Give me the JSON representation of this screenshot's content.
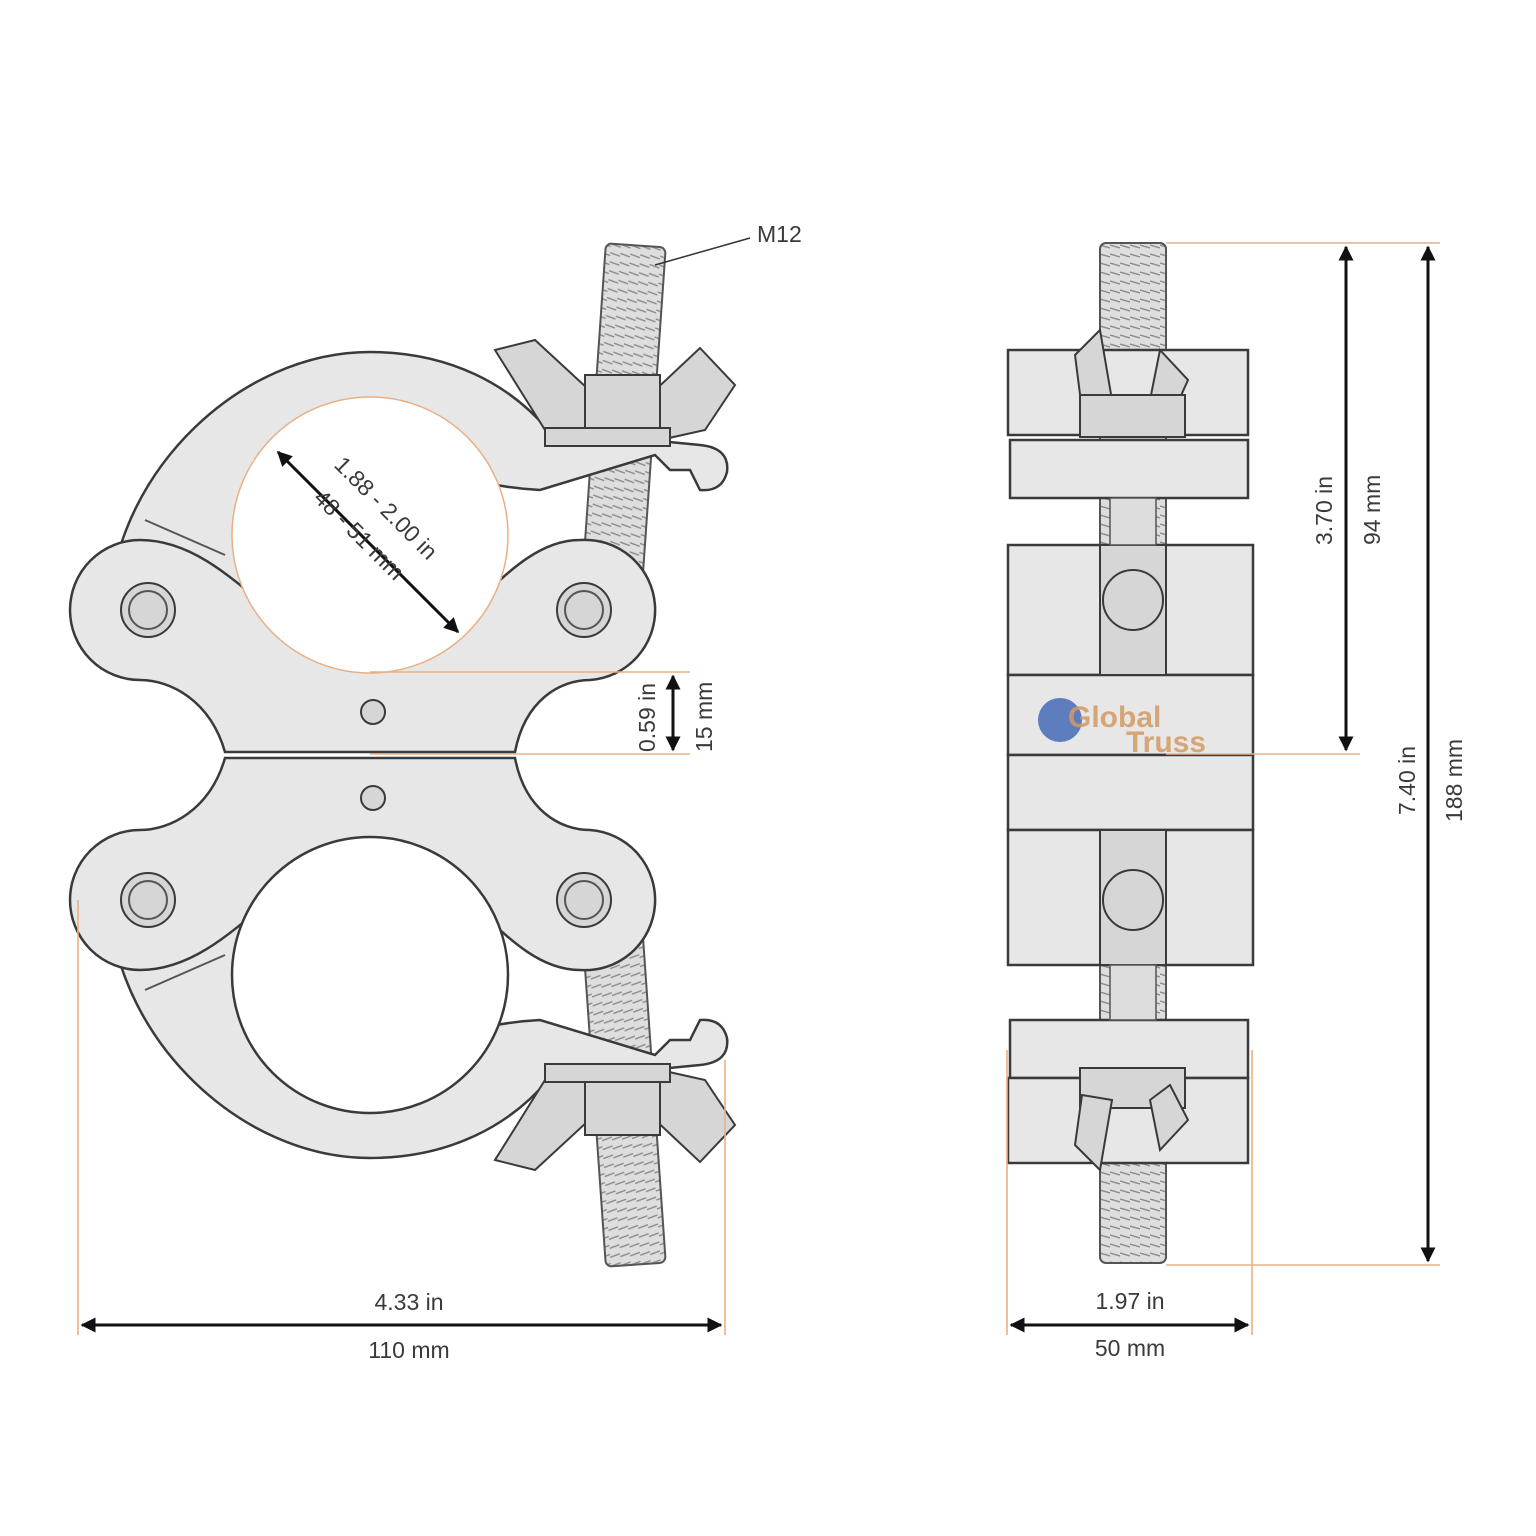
{
  "dimensions": {
    "thread": "M12",
    "tube_in": "1.88 - 2.00 in",
    "tube_mm": "48 - 51 mm",
    "gap_in": "0.59 in",
    "gap_mm": "15 mm",
    "width_in": "4.33 in",
    "width_mm": "110 mm",
    "depth_in": "1.97 in",
    "depth_mm": "50 mm",
    "half_height_in": "3.70 in",
    "half_height_mm": "94 mm",
    "height_in": "7.40 in",
    "height_mm": "188 mm"
  },
  "logo": {
    "line1": "Global",
    "line2": "Truss"
  },
  "colors": {
    "extension_lines": "#e9b086",
    "part_fill": "#e7e7e7",
    "outline": "#3a3a3a",
    "logo_orange": "#d49a63",
    "logo_globe": "#3c63b5"
  }
}
